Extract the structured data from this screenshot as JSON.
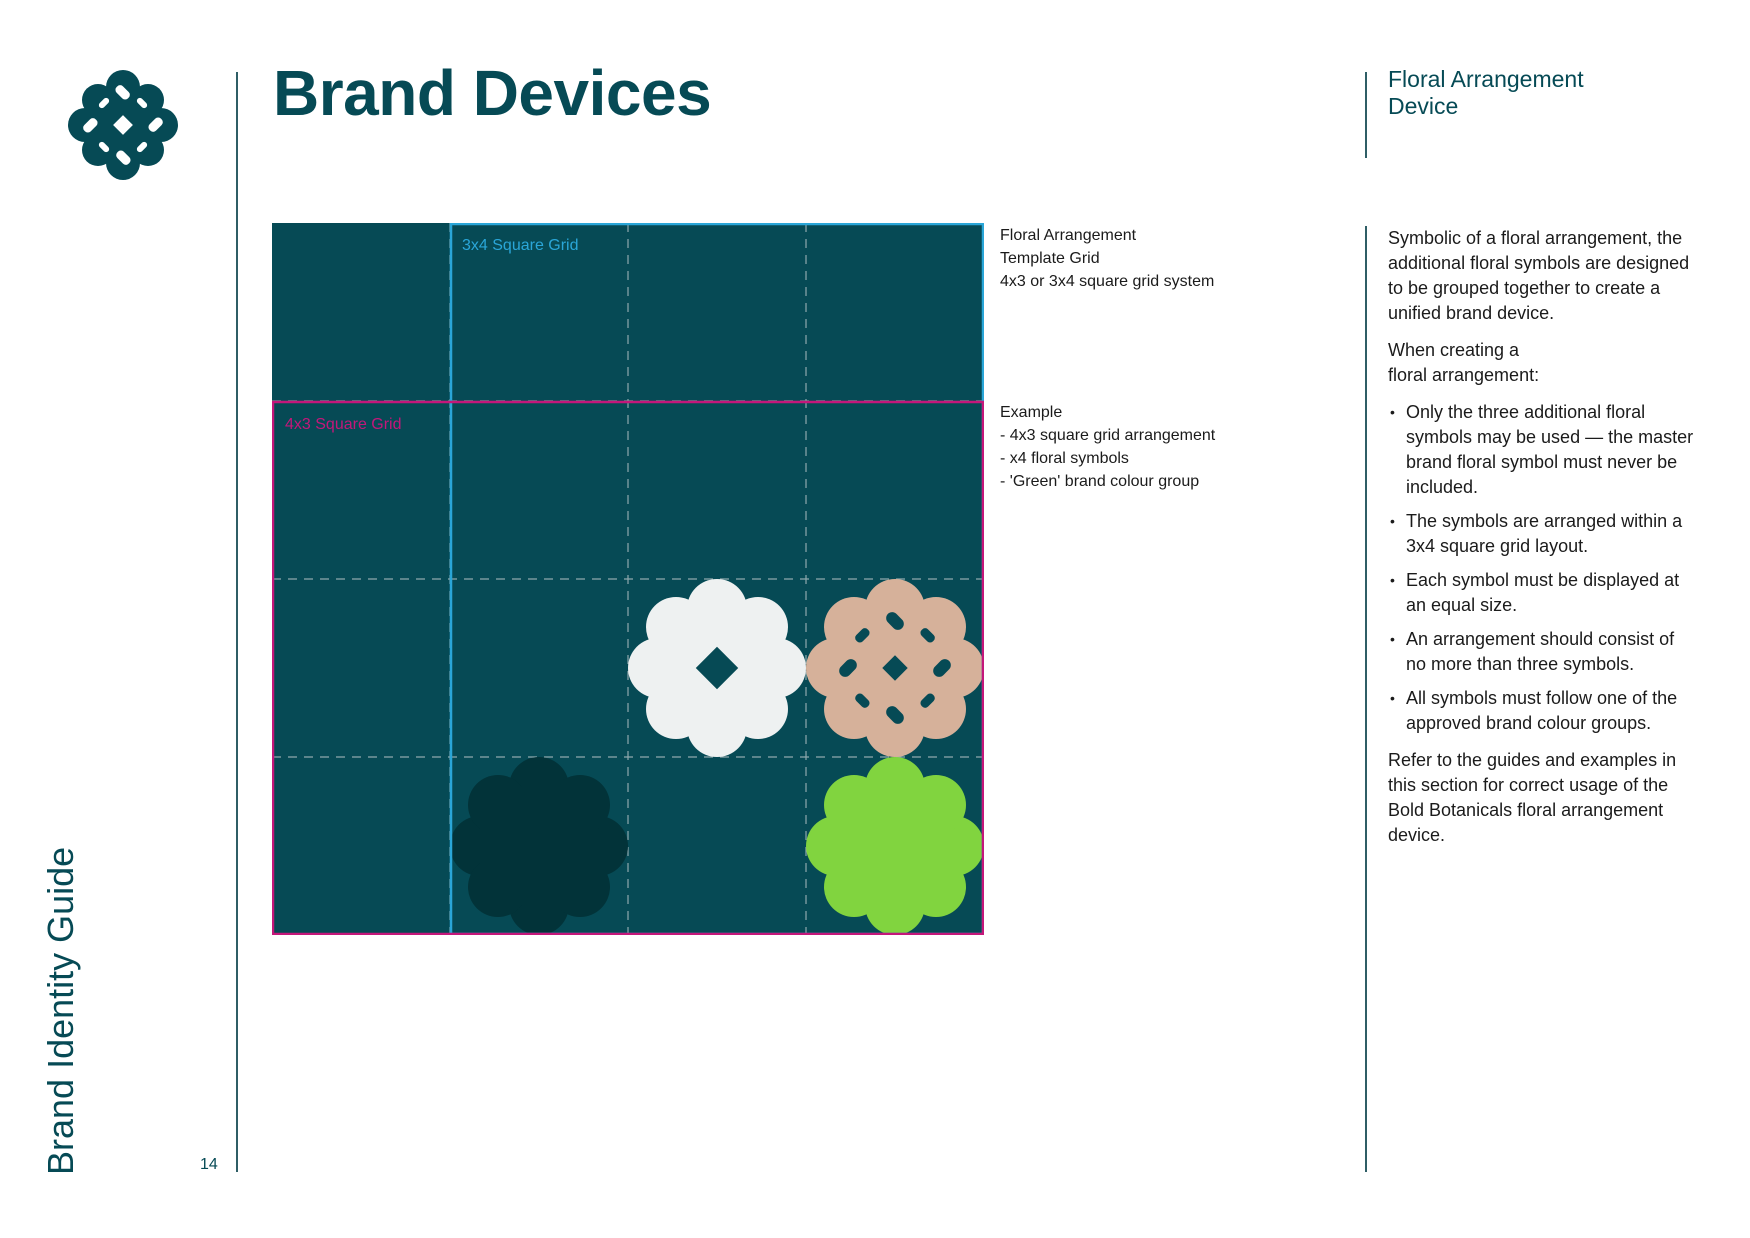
{
  "header": {
    "title": "Brand Devices",
    "section": "Floral Arrangement Device"
  },
  "sidebar": {
    "vertical_title": "Brand Identity Guide",
    "page_number": "14"
  },
  "grid": {
    "label_3x4": "3x4 Square Grid",
    "label_4x3": "4x3 Square Grid",
    "colors": {
      "background": "#064a55",
      "grid_3x4": "#2aa6d8",
      "grid_4x3": "#c4177a",
      "dash": "#8fa9ad",
      "white": "#eef1f1",
      "peach": "#d6b19a",
      "dark": "#023339",
      "green": "#81d43f",
      "logo": "#064a55"
    },
    "symbols": [
      {
        "name": "white-floral-symbol",
        "col": 3,
        "row": 3,
        "color": "white"
      },
      {
        "name": "peach-floral-symbol",
        "col": 4,
        "row": 3,
        "color": "peach"
      },
      {
        "name": "dark-floral-symbol",
        "col": 2,
        "row": 4,
        "color": "dark"
      },
      {
        "name": "green-floral-symbol",
        "col": 4,
        "row": 4,
        "color": "green"
      }
    ]
  },
  "annotations": {
    "template": [
      "Floral Arrangement",
      "Template Grid",
      "4x3 or 3x4 square grid system"
    ],
    "example": [
      "Example",
      "- 4x3 square grid arrangement",
      "- x4 floral symbols",
      "- 'Green' brand colour group"
    ]
  },
  "body": {
    "intro": "Symbolic of a floral arrangement, the additional floral symbols are designed to be grouped together to create a unified brand device.",
    "lead": "When creating a floral arrangement:",
    "bullets": [
      "Only the three additional floral symbols may be used — the master brand floral symbol must never be included.",
      "The symbols are arranged within a 3x4 square grid layout.",
      "Each symbol must be displayed at an equal size.",
      "An arrangement should consist of no more than three symbols.",
      "All symbols must follow one of the approved brand colour groups."
    ],
    "outro": "Refer to the guides and examples in this section for correct usage of the Bold Botanicals floral arrangement device."
  }
}
